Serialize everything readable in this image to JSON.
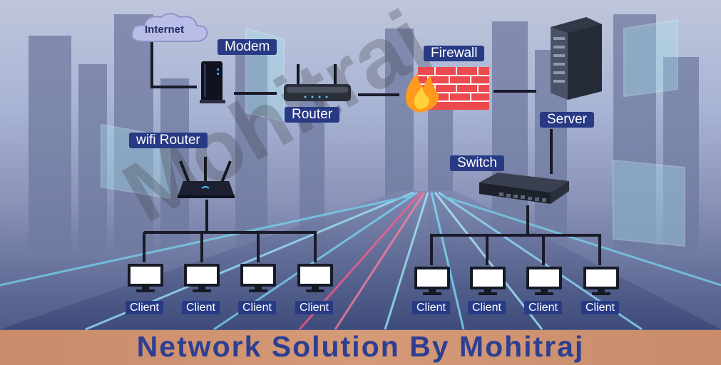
{
  "labels": {
    "internet": "Internet",
    "modem": "Modem",
    "router": "Router",
    "firewall": "Firewall",
    "server": "Server",
    "wifi_router": "wifi Router",
    "switch": "Switch"
  },
  "clients_left": [
    "Client",
    "Client",
    "Client",
    "Client"
  ],
  "clients_right": [
    "Client",
    "Client",
    "Client",
    "Client"
  ],
  "footer_title": "Network Solution By Mohitraj",
  "watermark": "Mohitraj",
  "colors": {
    "label_bg": "#283a84",
    "label_text": "#ffffff",
    "footer_bg": "#d59a78",
    "footer_text": "#2c3f92",
    "firewall_brick": "#e8474c",
    "connector": "#1a1a2a"
  },
  "icons": [
    "cloud-icon",
    "modem-icon",
    "router-icon",
    "firewall-icon",
    "server-icon",
    "wifi-router-icon",
    "switch-icon",
    "monitor-icon"
  ]
}
